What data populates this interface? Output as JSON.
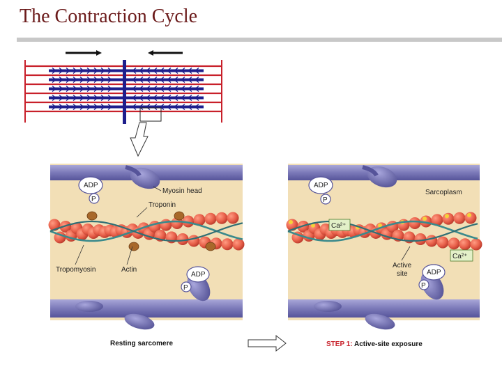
{
  "title": "The Contraction Cycle",
  "left_panel": {
    "labels": {
      "adp": "ADP",
      "p": "P",
      "myosin_head": "Myosin head",
      "troponin": "Troponin",
      "tropomyosin": "Tropomyosin",
      "actin": "Actin",
      "adp2": "ADP",
      "p2": "P"
    },
    "caption": "Resting sarcomere"
  },
  "right_panel": {
    "labels": {
      "adp": "ADP",
      "p": "P",
      "sarcoplasm": "Sarcoplasm",
      "ca1": "Ca²⁺",
      "ca2": "Ca²⁺",
      "active_site_line1": "Active",
      "active_site_line2": "site",
      "adp2": "ADP",
      "p2": "P"
    },
    "caption_step": "STEP 1:",
    "caption_text": " Active-site exposure"
  },
  "colors": {
    "title": "#6b1a1a",
    "rule": "#c8c8c8",
    "panel_bg": "#f2dfb6",
    "thick_filament": "#7b79b8",
    "myosin_head": "#6d6aa8",
    "actin_bead": "#e8604a",
    "tropomyosin": "#3a8a8c",
    "troponin": "#a8682a",
    "sarcomere_red": "#c8202a",
    "sarcomere_blue": "#1e1e8c",
    "ca_box": "#e3f0c8"
  }
}
